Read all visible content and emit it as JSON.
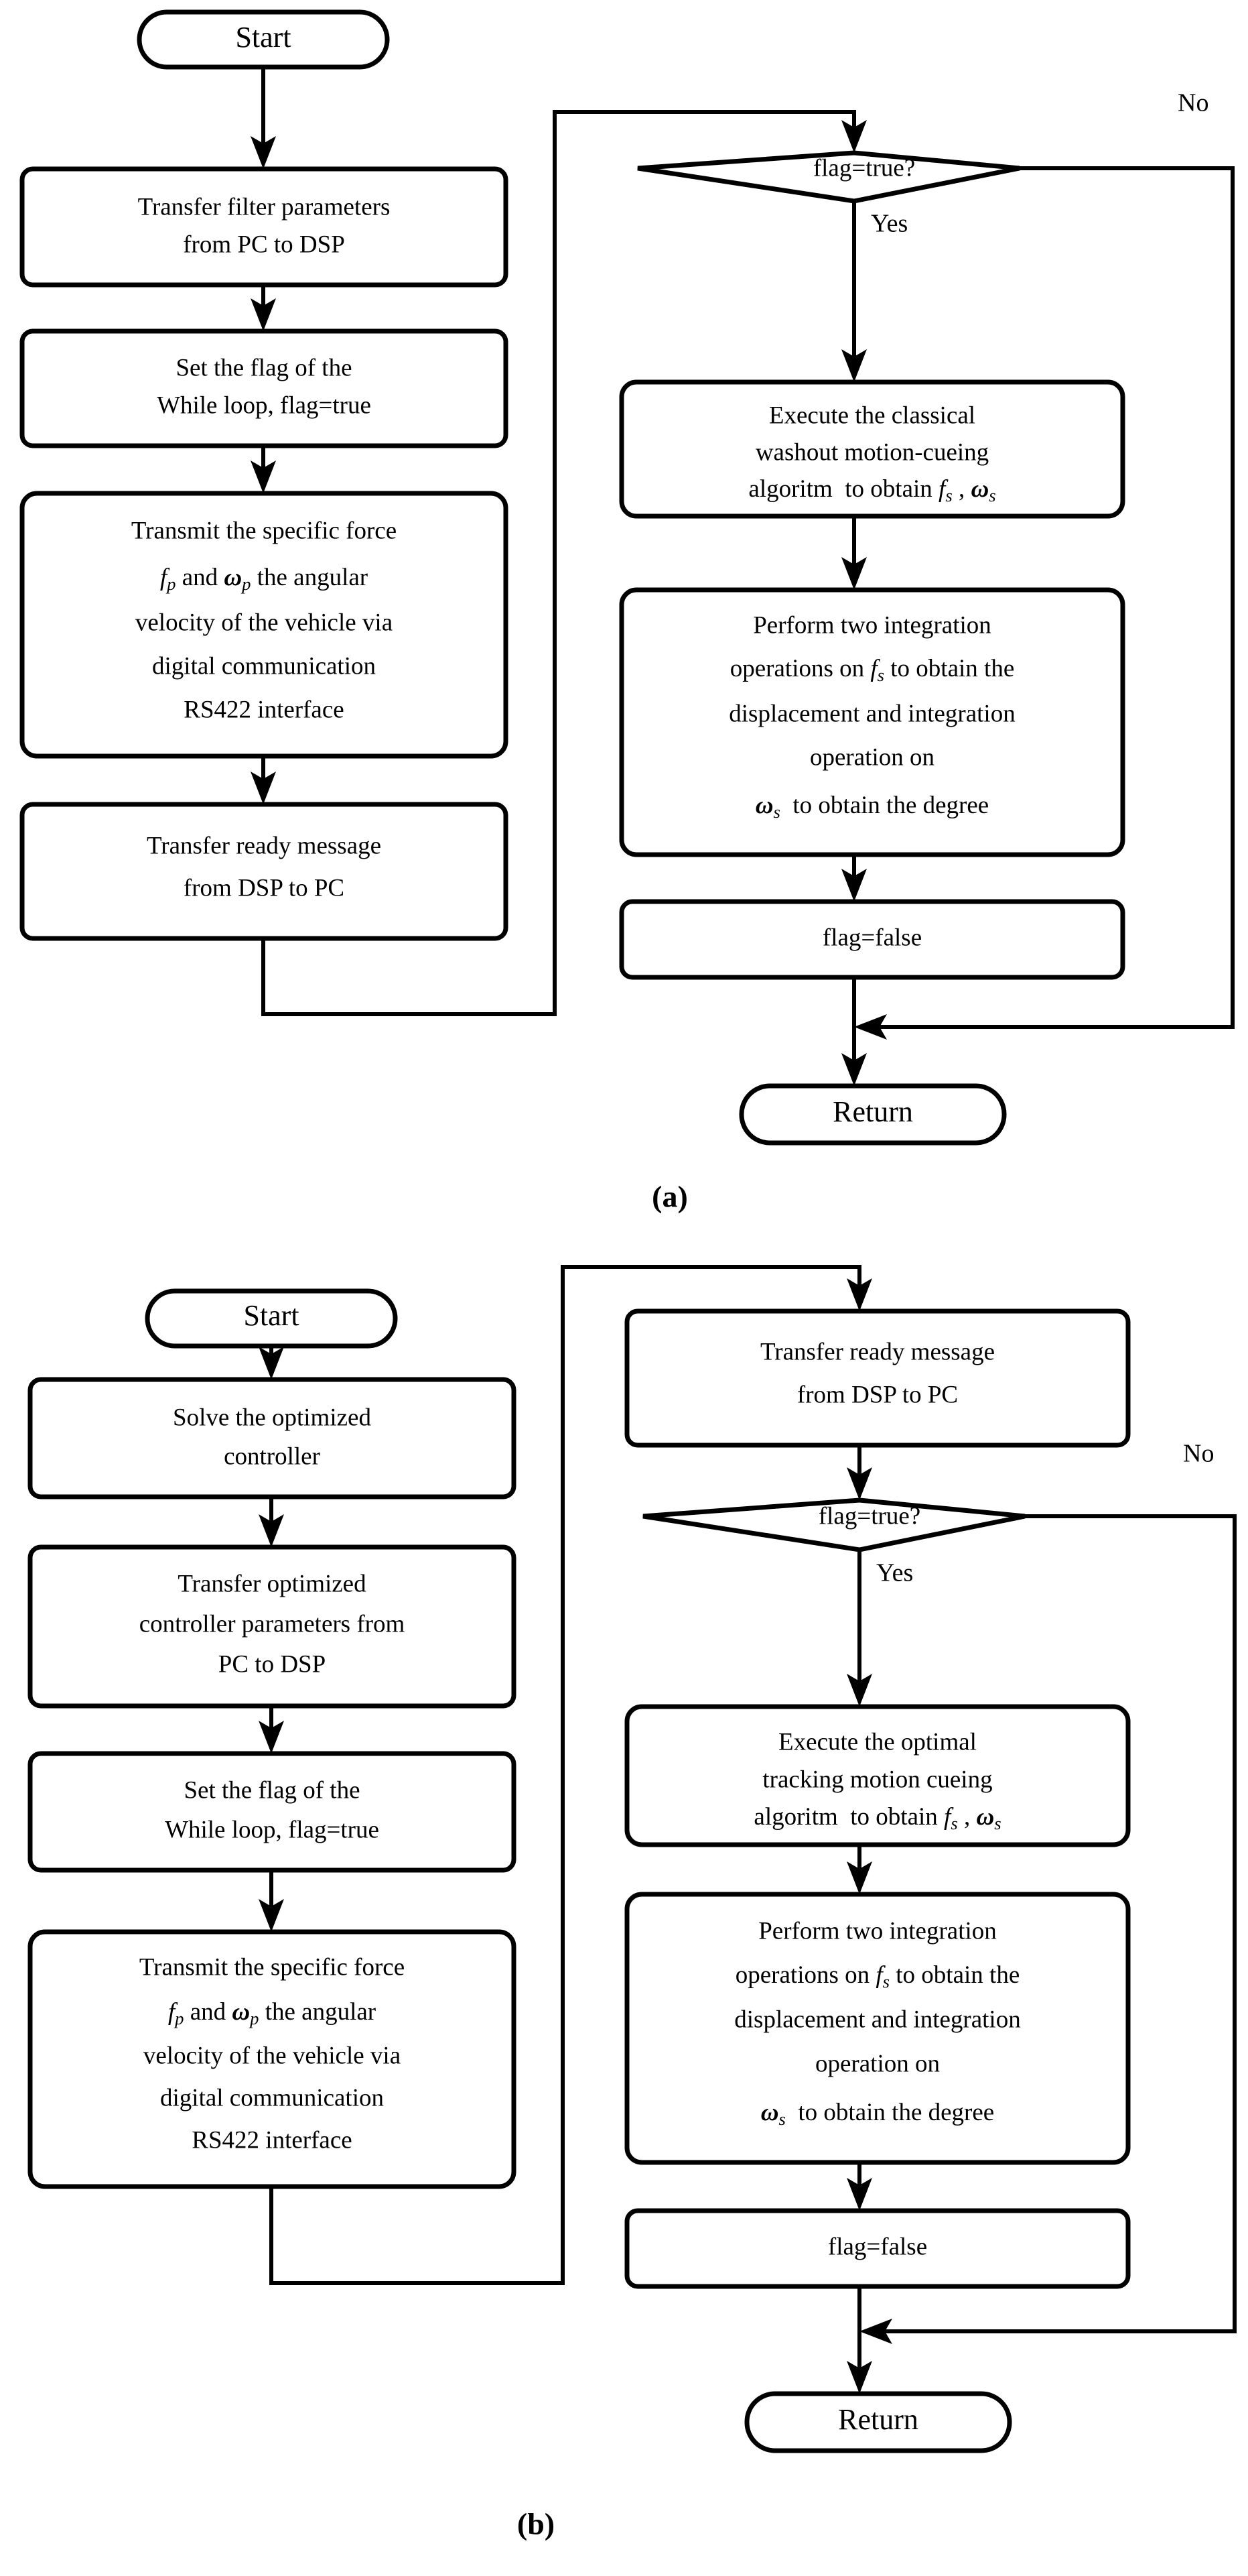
{
  "figure": {
    "type": "flowchart",
    "panels": [
      {
        "id": "a",
        "label": "(a)",
        "nodes": [
          {
            "id": "a-start",
            "kind": "terminator",
            "text": "Start"
          },
          {
            "id": "a-transfer-filter",
            "kind": "process",
            "lines": [
              "Transfer filter parameters",
              "from PC to DSP"
            ]
          },
          {
            "id": "a-set-flag",
            "kind": "process",
            "lines": [
              "Set the flag of the",
              "While loop, flag=true"
            ]
          },
          {
            "id": "a-transmit",
            "kind": "process",
            "lines": [
              "Transmit the specific force",
              "f_p and ω_p the angular",
              "velocity of the vehicle via",
              "digital communication",
              "RS422 interface"
            ]
          },
          {
            "id": "a-ready-msg",
            "kind": "process",
            "lines": [
              "Transfer ready message",
              "from DSP to PC"
            ]
          },
          {
            "id": "a-decision",
            "kind": "decision",
            "text": "flag=true?"
          },
          {
            "id": "a-execute",
            "kind": "process",
            "lines": [
              "Execute the classical",
              "washout motion-cueing",
              "algoritm  to obtain f_s , ω_s"
            ]
          },
          {
            "id": "a-integrate",
            "kind": "process",
            "lines": [
              "Perform two integration",
              "operations on f_s to obtain the",
              "displacement and integration",
              "operation on",
              "ω_s  to obtain the degree"
            ]
          },
          {
            "id": "a-flag-false",
            "kind": "process",
            "text": "flag=false"
          },
          {
            "id": "a-return",
            "kind": "terminator",
            "text": "Return"
          }
        ],
        "edge_labels": {
          "yes": "Yes",
          "no": "No"
        }
      },
      {
        "id": "b",
        "label": "(b)",
        "nodes": [
          {
            "id": "b-start",
            "kind": "terminator",
            "text": "Start"
          },
          {
            "id": "b-solve",
            "kind": "process",
            "lines": [
              "Solve the optimized",
              "controller"
            ]
          },
          {
            "id": "b-transfer-ctrl",
            "kind": "process",
            "lines": [
              "Transfer optimized",
              "controller parameters from",
              "PC to DSP"
            ]
          },
          {
            "id": "b-set-flag",
            "kind": "process",
            "lines": [
              "Set the flag of the",
              "While loop, flag=true"
            ]
          },
          {
            "id": "b-transmit",
            "kind": "process",
            "lines": [
              "Transmit the specific force",
              "f_p and ω_p the angular",
              "velocity of the vehicle via",
              "digital communication",
              "RS422 interface"
            ]
          },
          {
            "id": "b-ready-msg",
            "kind": "process",
            "lines": [
              "Transfer ready message",
              "from DSP to PC"
            ]
          },
          {
            "id": "b-decision",
            "kind": "decision",
            "text": "flag=true?"
          },
          {
            "id": "b-execute",
            "kind": "process",
            "lines": [
              "Execute the optimal",
              "tracking motion cueing",
              "algoritm  to obtain f_s , ω_s"
            ]
          },
          {
            "id": "b-integrate",
            "kind": "process",
            "lines": [
              "Perform two integration",
              "operations on f_s to obtain the",
              "displacement and integration",
              "operation on",
              "ω_s  to obtain the degree"
            ]
          },
          {
            "id": "b-flag-false",
            "kind": "process",
            "text": "flag=false"
          },
          {
            "id": "b-return",
            "kind": "terminator",
            "text": "Return"
          }
        ],
        "edge_labels": {
          "yes": "Yes",
          "no": "No"
        }
      }
    ],
    "colors": {
      "stroke": "#000000",
      "fill": "#ffffff",
      "text": "#000000"
    }
  },
  "text": {
    "start": "Start",
    "return": "Return",
    "flag_true_q": "flag=true?",
    "flag_false": "flag=false",
    "yes": "Yes",
    "no": "No",
    "panel_a_label": "(a)",
    "panel_b_label": "(b)",
    "a_transfer_filter_l1": "Transfer filter parameters",
    "a_transfer_filter_l2": "from PC to DSP",
    "set_flag_l1": "Set the flag of the",
    "set_flag_l2": "While loop, flag=true",
    "transmit_l1": "Transmit the specific force",
    "transmit_l3": "velocity of the vehicle via",
    "transmit_l4": "digital communication",
    "transmit_l5": "RS422 interface",
    "ready_msg_l1": "Transfer ready message",
    "ready_msg_l2": "from DSP to PC",
    "a_execute_l1": "Execute the classical",
    "a_execute_l2": "washout motion-cueing",
    "execute_l3_pre": "algoritm  to obtain ",
    "integrate_l1": "Perform two integration",
    "integrate_l2_pre": "operations on ",
    "integrate_l2_post": " to obtain the",
    "integrate_l3": "displacement and integration",
    "integrate_l4": "operation on",
    "integrate_l5_post": "  to obtain the degree",
    "b_solve_l1": "Solve the optimized",
    "b_solve_l2": "controller",
    "b_transfer_ctrl_l1": "Transfer optimized",
    "b_transfer_ctrl_l2": "controller parameters from",
    "b_transfer_ctrl_l3": "PC to DSP",
    "b_execute_l1": "Execute the optimal",
    "b_execute_l2": "tracking motion cueing",
    "sym_f": "f",
    "sym_omega": "ω",
    "sub_p": "p",
    "sub_s": "s",
    "and_word": " and ",
    "angular_word": " the angular",
    "comma_space": " , "
  }
}
